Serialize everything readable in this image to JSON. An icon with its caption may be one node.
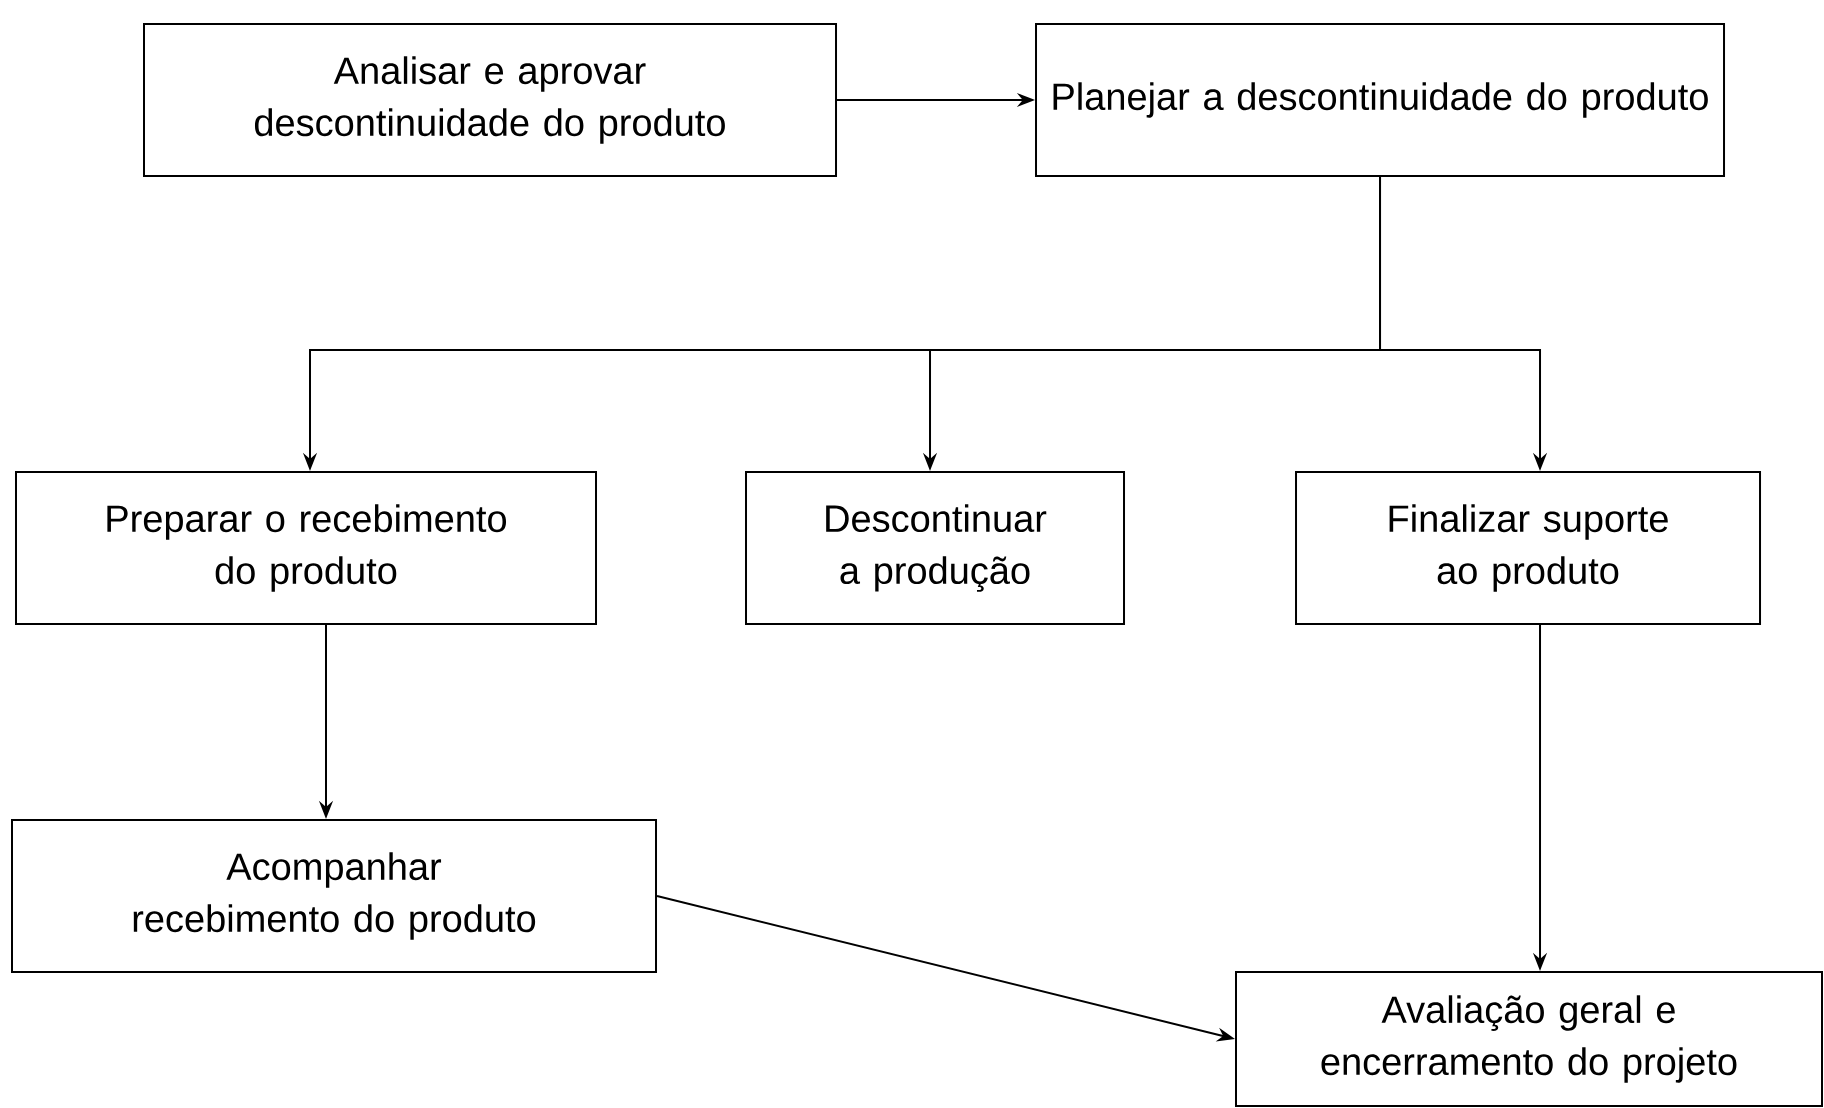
{
  "diagram": {
    "nodes": [
      {
        "text": [
          "Analisar e aprovar descontinuidade do produto"
        ]
      },
      {
        "text": [
          "Planejar a descontinuidade do produto"
        ]
      },
      {
        "text": [
          "Preparar o recebimento do produto"
        ]
      },
      {
        "text": [
          "Descontinuar a produção"
        ]
      },
      {
        "text": [
          "Finalizar suporte ao produto"
        ]
      },
      {
        "text": [
          "Acompanhar recebimento do produto"
        ]
      },
      {
        "text": [
          "Avaliação geral e encerramento do projeto"
        ]
      }
    ],
    "edges": [
      {
        "from": 0,
        "to": 1,
        "arrow": "to"
      },
      {
        "from": 1,
        "to": 2,
        "arrow": "to"
      },
      {
        "from": 1,
        "to": 3,
        "arrow": "to"
      },
      {
        "from": 1,
        "to": 4,
        "arrow": "to"
      },
      {
        "from": 2,
        "to": 5,
        "arrow": "to"
      },
      {
        "from": 4,
        "to": 6,
        "arrow": "to"
      },
      {
        "from": 5,
        "to": 6,
        "arrow": "to"
      }
    ]
  }
}
